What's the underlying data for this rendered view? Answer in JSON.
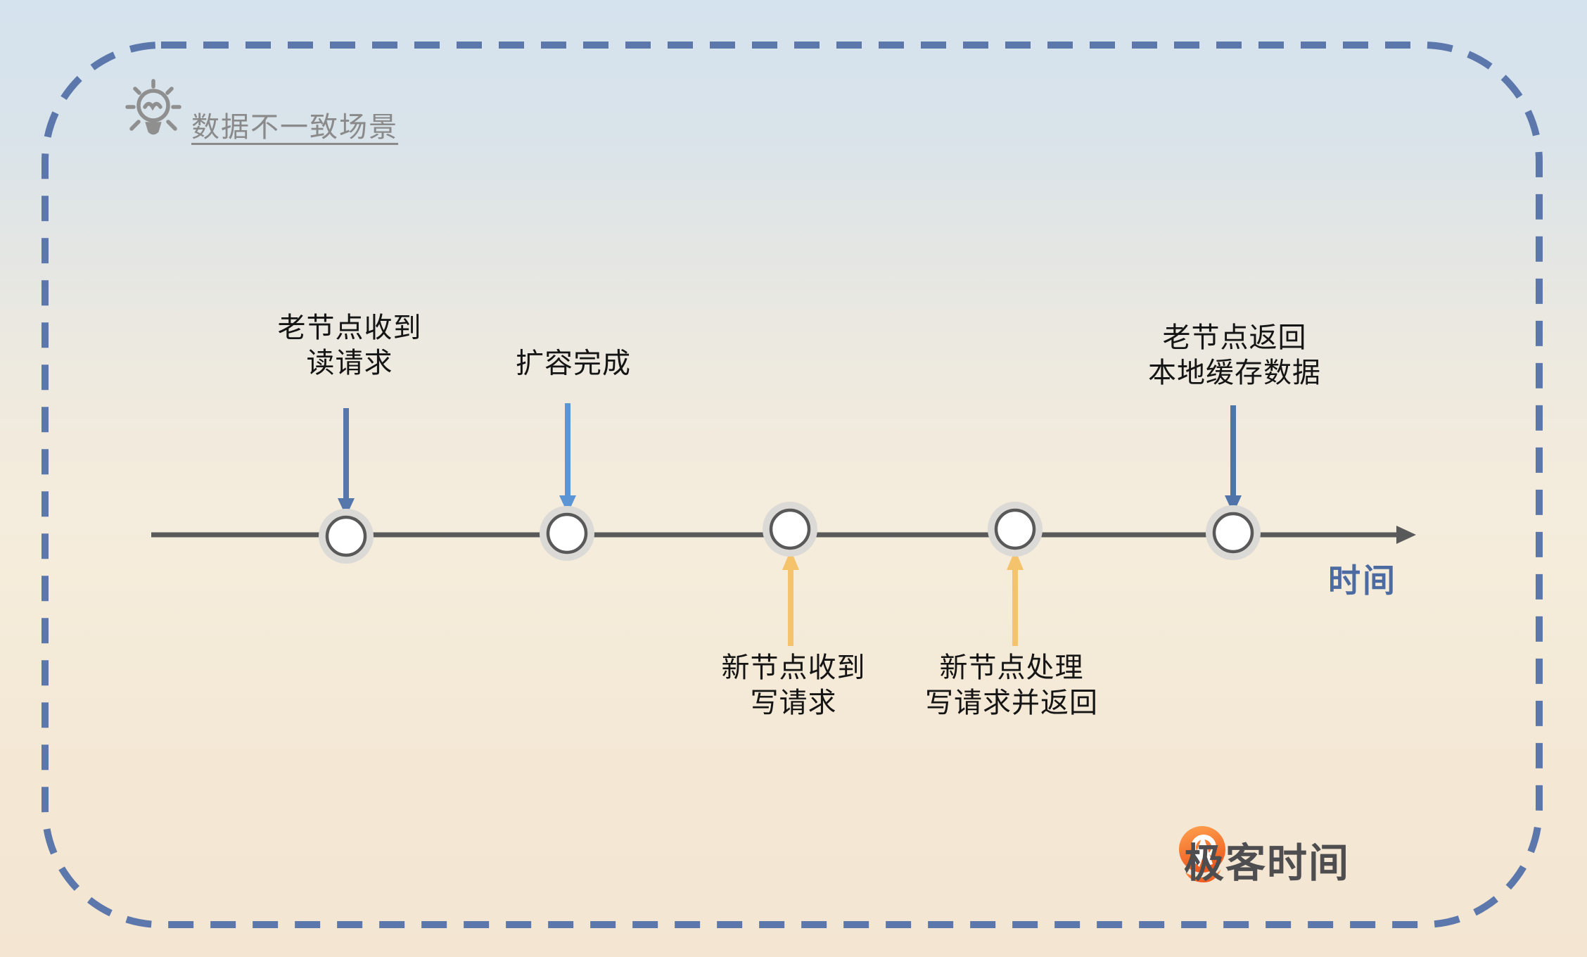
{
  "header": {
    "title": "数据不一致场景",
    "icon": "lightbulb-icon"
  },
  "timeline": {
    "axis_label": "时间",
    "node_count": 5,
    "events": [
      {
        "label": "老节点收到\n读请求",
        "position": "above",
        "arrow": "blue-dark"
      },
      {
        "label": "扩容完成",
        "position": "above",
        "arrow": "blue-light"
      },
      {
        "label": "新节点收到\n写请求",
        "position": "below",
        "arrow": "yellow"
      },
      {
        "label": "新节点处理\n写请求并返回",
        "position": "below",
        "arrow": "yellow"
      },
      {
        "label": "老节点返回\n本地缓存数据",
        "position": "above",
        "arrow": "blue-dark"
      }
    ]
  },
  "footer": {
    "logo_text": "极客时间"
  },
  "colors": {
    "border_dash": "#5b77ab",
    "timeline": "#595959",
    "node_fill": "#ffffff",
    "node_ring": "#595959",
    "node_halo": "#dcdad6",
    "arrow_blue_dark": "#5677ac",
    "arrow_blue_mid": "#5074aa",
    "arrow_blue_light": "#5b95d6",
    "arrow_yellow": "#f5c36b",
    "axis_label_color": "#4c6ba1",
    "title_gray": "#8a8a8a",
    "icon_gray": "#8f8f8f",
    "logo_orange_light": "#ffa24f",
    "logo_orange_dark": "#ee5a1f",
    "logo_text_color": "#4e4e50",
    "bg_top": "#d5e3ee",
    "bg_bottom": "#f3e5d1"
  }
}
